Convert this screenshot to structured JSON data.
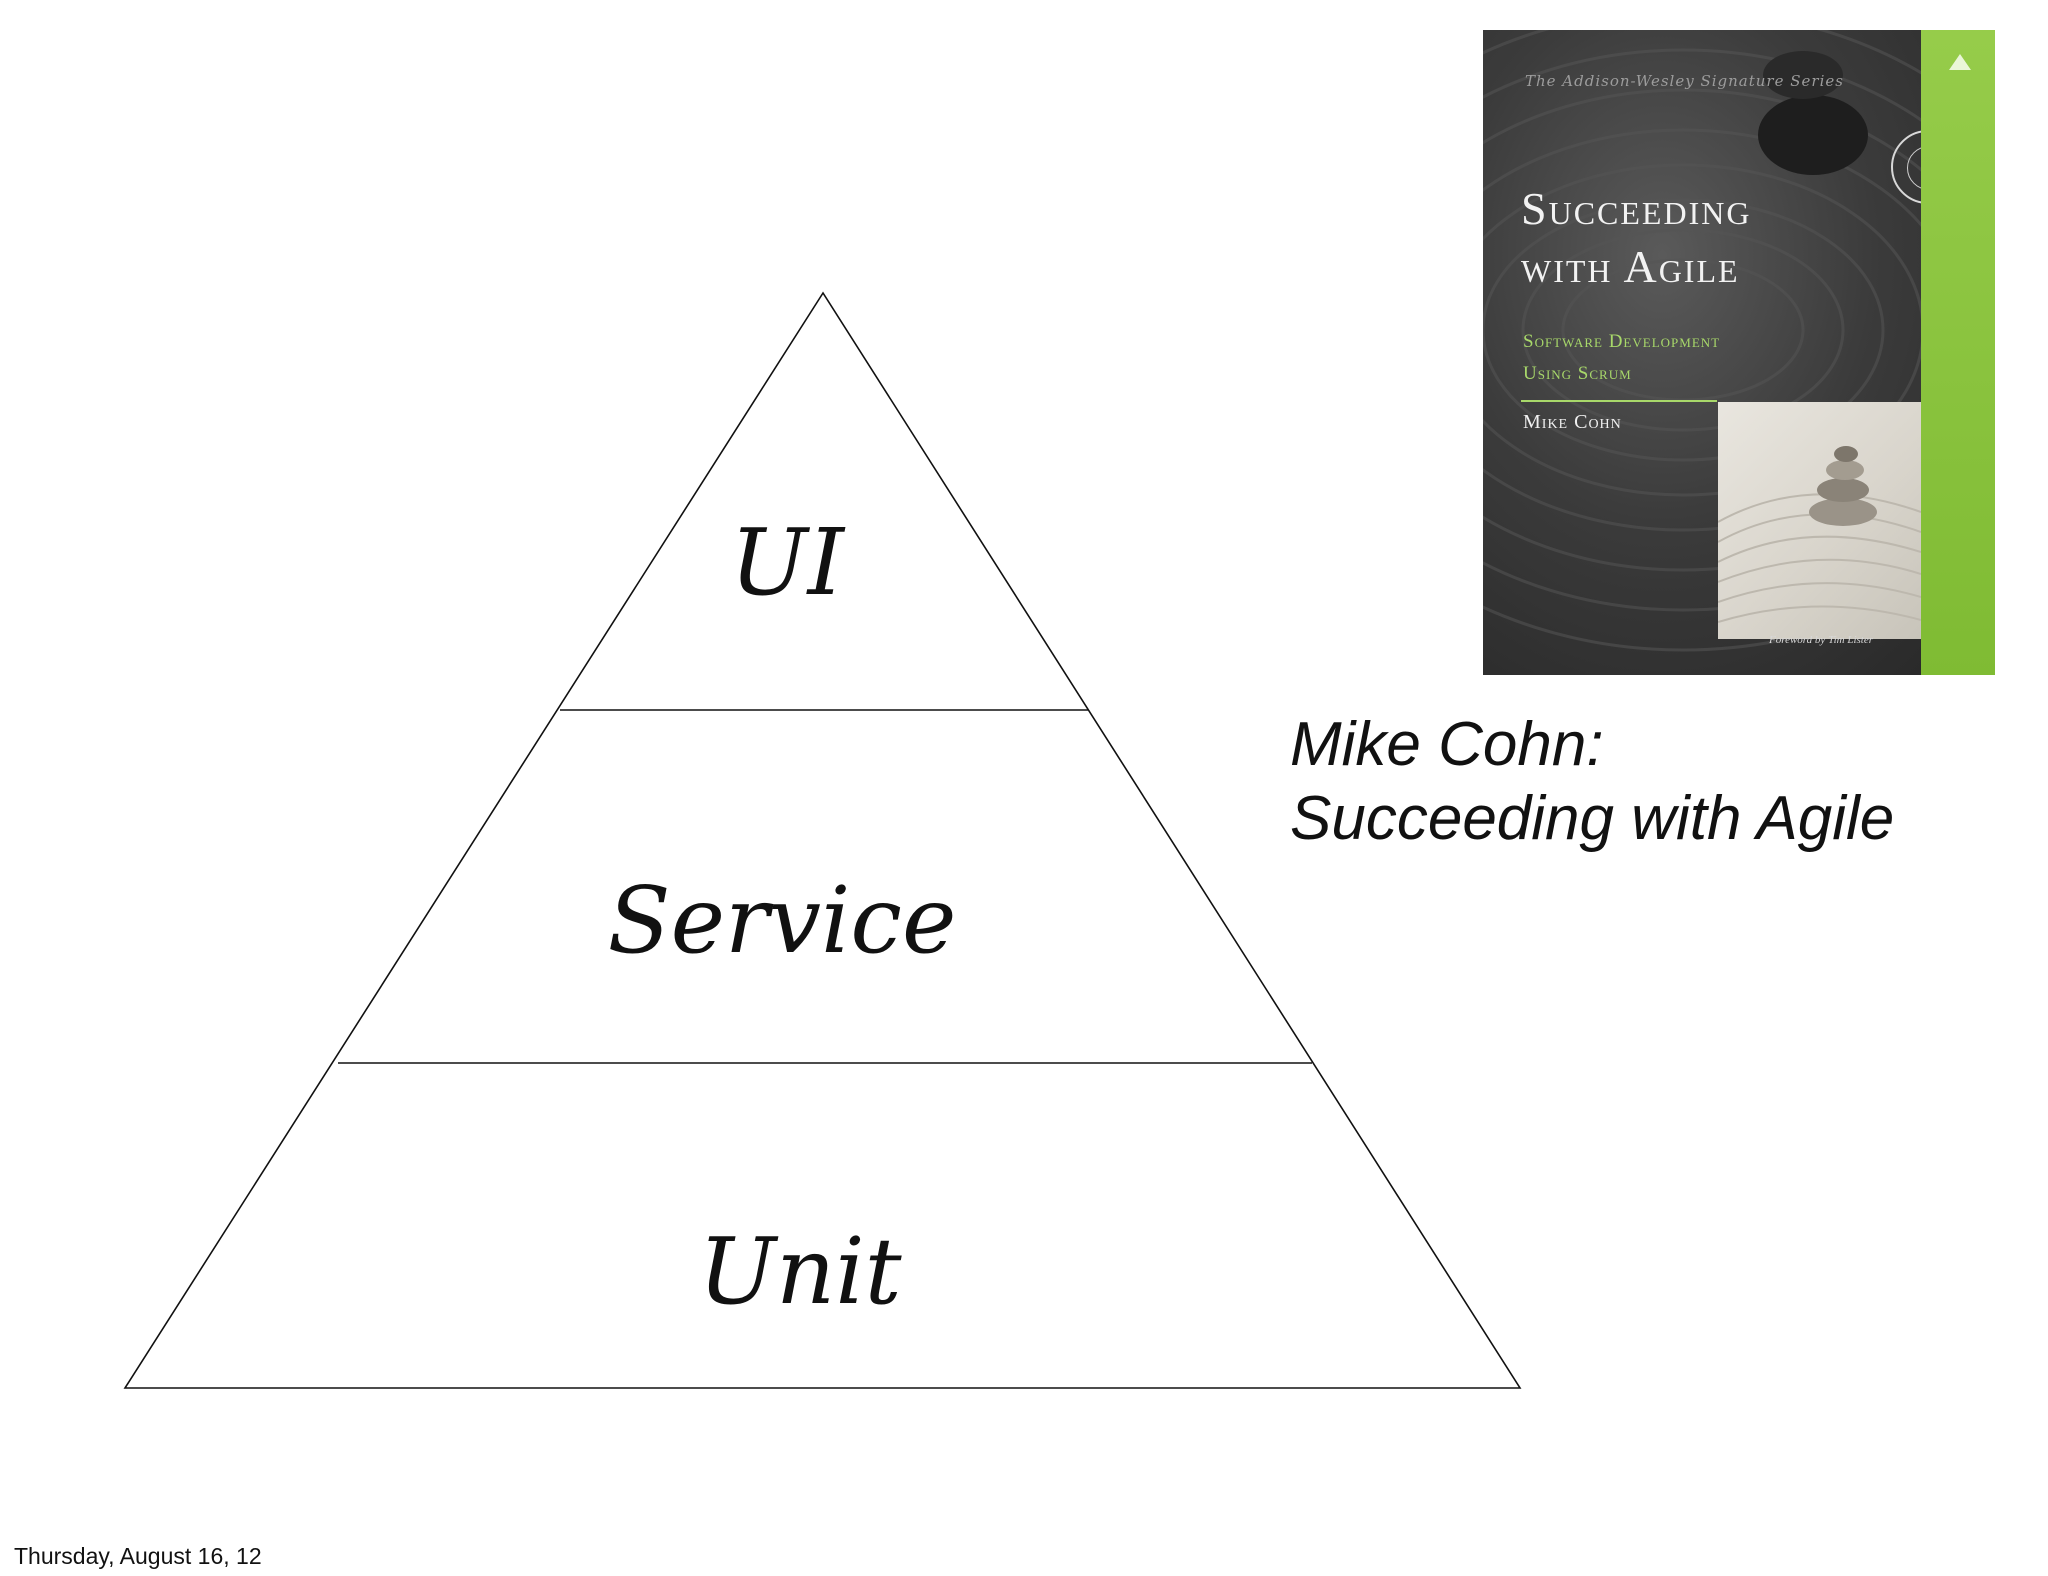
{
  "pyramid": {
    "tiers": [
      {
        "label": "UI"
      },
      {
        "label": "Service"
      },
      {
        "label": "Unit"
      }
    ]
  },
  "caption": {
    "line1": "Mike Cohn:",
    "line2": "Succeeding with Agile"
  },
  "book_cover": {
    "series": "The Addison-Wesley Signature Series",
    "title_line1": "Succeeding",
    "title_line2": "with Agile",
    "subtitle_line1": "Software Development",
    "subtitle_line2": "Using Scrum",
    "author": "Mike Cohn",
    "foreword": "Foreword by Tim Lister",
    "colors": {
      "cover": "#333333",
      "spine": "#8cc63f",
      "subtitle": "#a8d86a"
    }
  },
  "footer": {
    "date": "Thursday, August 16, 12"
  }
}
